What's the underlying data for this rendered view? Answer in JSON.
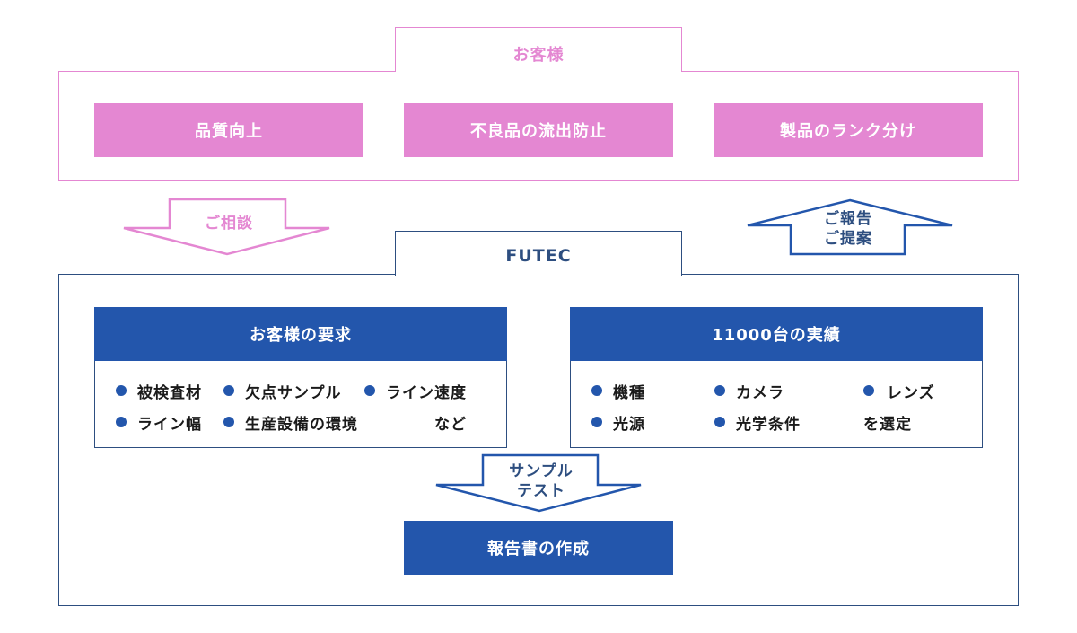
{
  "customer": {
    "title": "お客様",
    "boxes": [
      "品質向上",
      "不良品の流出防止",
      "製品のランク分け"
    ]
  },
  "arrows": {
    "consult": "ご相談",
    "report_line1": "ご報告",
    "report_line2": "ご提案",
    "sample_line1": "サンプル",
    "sample_line2": "テスト"
  },
  "futec": {
    "title": "FUTEC",
    "requirements": {
      "title": "お客様の要求",
      "items": [
        "被検査材",
        "欠点サンプル",
        "ライン速度",
        "ライン幅",
        "生産設備の環境"
      ],
      "suffix": "など"
    },
    "record": {
      "title": "11000台の実績",
      "items": [
        "機種",
        "カメラ",
        "レンズ",
        "光源",
        "光学条件"
      ],
      "suffix": "を選定"
    },
    "report_box": "報告書の作成"
  },
  "colors": {
    "customer_pink": "#e487d2",
    "futec_blue": "#2356ac",
    "frame_navy": "#2d4e80"
  }
}
